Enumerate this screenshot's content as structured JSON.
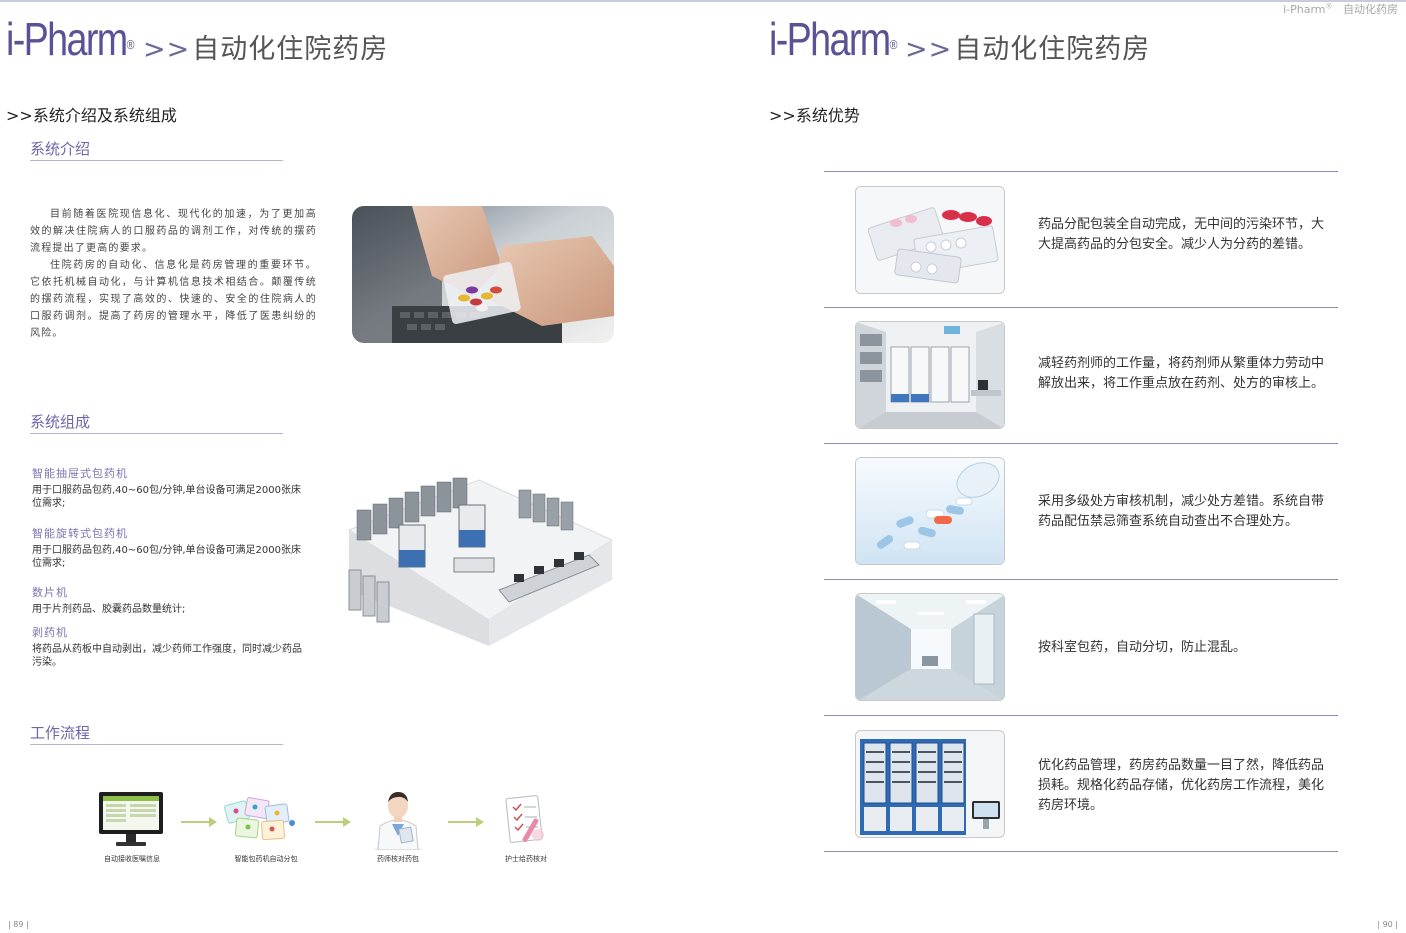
{
  "brand": {
    "logo": "i-Pharm",
    "registered": "®"
  },
  "running_head": "自动化药房",
  "left": {
    "title_arrows": ">>",
    "title": "自动化住院药房",
    "section": ">>系统介绍及系统组成",
    "intro_heading": "系统介绍",
    "intro_p1": "目前随着医院现信息化、现代化的加速，为了更加高效的解决住院病人的口服药品的调剂工作，对传统的摆药流程提出了更高的要求。",
    "intro_p2": "住院药房的自动化、信息化是药房管理的重要环节。它依托机械自动化，与计算机信息技术相结合。颠覆传统的摆药流程，实现了高效的、快速的、安全的住院病人的口服药调剂。提高了药房的管理水平，降低了医患纠纷的风险。",
    "composition_heading": "系统组成",
    "components": [
      {
        "title": "智能抽屉式包药机",
        "desc": "用于口服药品包药,40~60包/分钟,单台设备可满足2000张床位需求;"
      },
      {
        "title": "智能旋转式包药机",
        "desc": "用于口服药品包药,40~60包/分钟,单台设备可满足2000张床位需求;"
      },
      {
        "title": "数片机",
        "desc": "用于片剂药品、胶囊药品数量统计;"
      },
      {
        "title": "剥药机",
        "desc": "将药品从药板中自动剥出，减少药师工作强度，同时减少药品污染。"
      }
    ],
    "workflow_heading": "工作流程",
    "workflow_steps": [
      "自动接收医嘱信息",
      "智能包药机自动分包",
      "药师核对药包",
      "护士给药核对"
    ],
    "page_number": "89"
  },
  "right": {
    "title_arrows": ">>",
    "title": "自动化住院药房",
    "section": ">>系统优势",
    "advantages": [
      "药品分配包装全自动完成，无中间的污染环节，大大提高药品的分包安全。减少人为分药的差错。",
      "减轻药剂师的工作量，将药剂师从繁重体力劳动中解放出来，将工作重点放在药剂、处方的审核上。",
      "采用多级处方审核机制，减少处方差错。系统自带药品配伍禁忌筛查系统自动查出不合理处方。",
      "按科室包药，自动分切，防止混乱。",
      "优化药品管理，药房药品数量一目了然，降低药品损耗。规格化药品存储，优化药房工作流程，美化药房环境。"
    ],
    "page_number": "90"
  },
  "colors": {
    "brand": "#5a5296",
    "subheading": "#6e66a8",
    "rule": "#8e89b4"
  }
}
